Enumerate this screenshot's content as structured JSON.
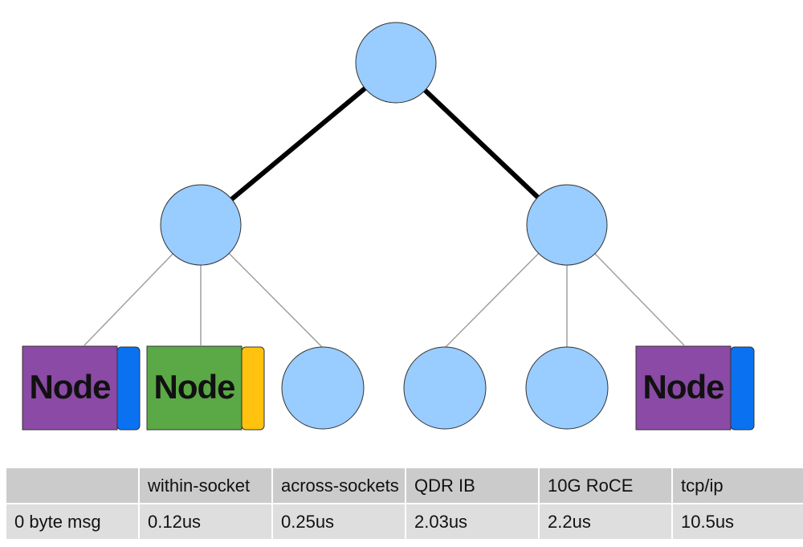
{
  "diagram": {
    "node_labels": {
      "node_a": "Node",
      "node_b": "Node",
      "node_c": "Node"
    },
    "colors": {
      "circle_fill": "#99ccff",
      "circle_stroke": "#333333",
      "node_purple": "#8a4aa5",
      "node_green": "#5ba846",
      "nic_blue": "#0a72f0",
      "nic_yellow": "#ffc20e",
      "thick_link": "#000000",
      "thin_link": "#999999"
    }
  },
  "table": {
    "header": [
      "",
      "within-socket",
      "across-sockets",
      "QDR IB",
      "10G RoCE",
      "tcp/ip"
    ],
    "row": [
      "0 byte msg",
      "0.12us",
      "0.25us",
      "2.03us",
      "2.2us",
      "10.5us"
    ]
  }
}
